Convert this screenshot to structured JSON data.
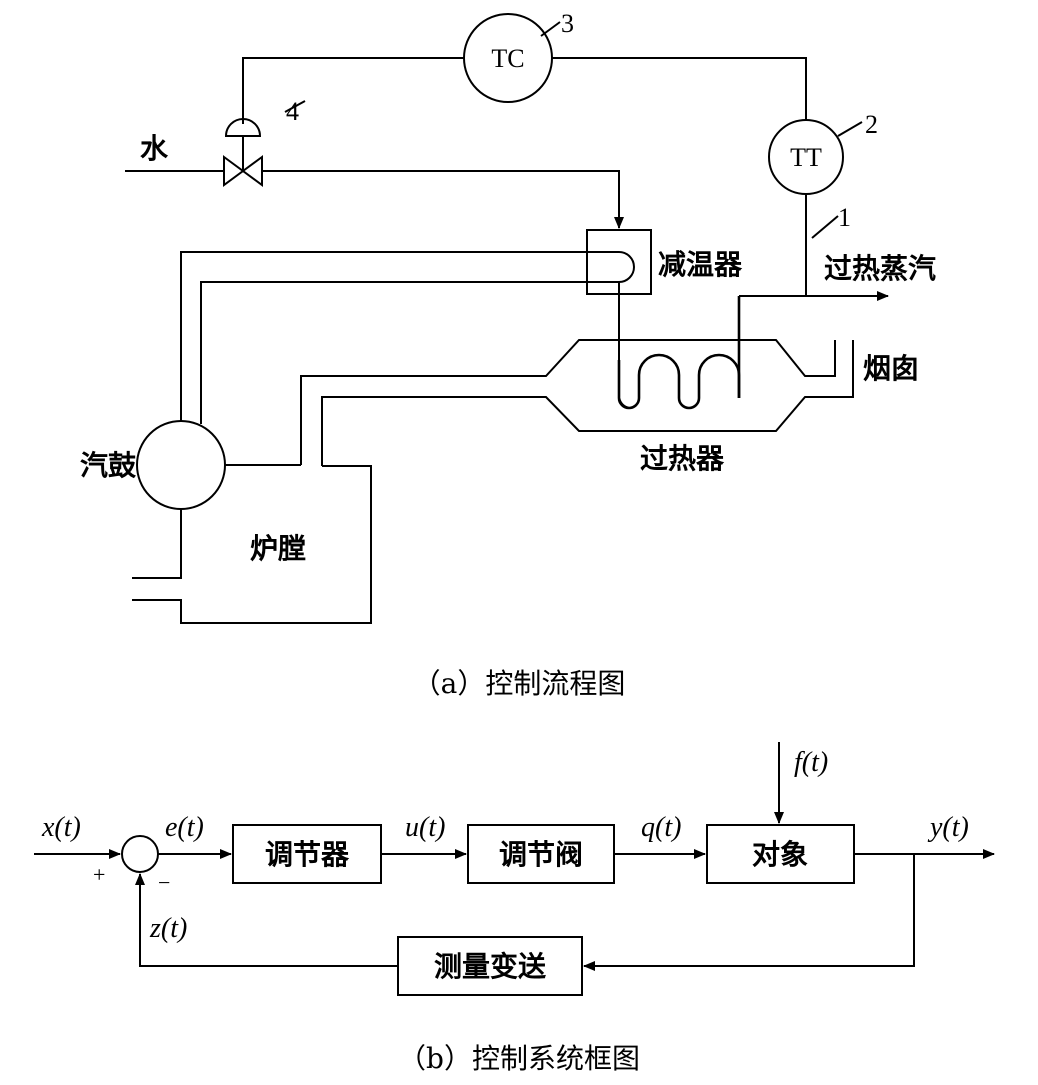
{
  "flow": {
    "water": "水",
    "desuperheater": "减温器",
    "superheated_steam": "过热蒸汽",
    "chimney": "烟囱",
    "superheater": "过热器",
    "drum": "汽鼓",
    "furnace": "炉膛",
    "instrument_tc": "TC",
    "instrument_tt": "TT",
    "tag_1": "1",
    "tag_2": "2",
    "tag_3": "3",
    "tag_4": "4",
    "caption": "（a）控制流程图"
  },
  "block": {
    "x_signal": "x(t)",
    "e_signal": "e(t)",
    "u_signal": "u(t)",
    "q_signal": "q(t)",
    "f_signal": "f(t)",
    "y_signal": "y(t)",
    "z_signal": "z(t)",
    "plus_sign": "+",
    "minus_sign": "−",
    "controller": "调节器",
    "valve": "调节阀",
    "plant": "对象",
    "transmitter": "测量变送",
    "caption": "（b）控制系统框图"
  }
}
